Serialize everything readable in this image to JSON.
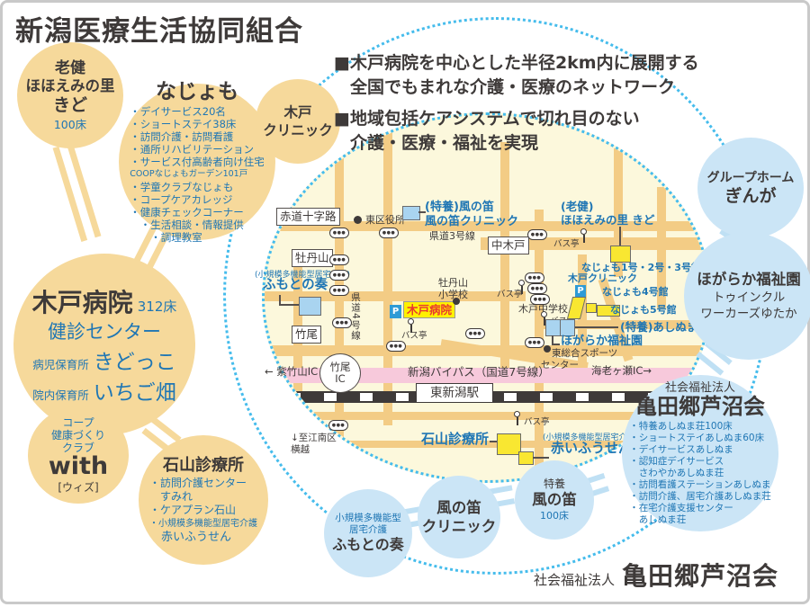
{
  "page": {
    "title": "新潟医療生活協同組合",
    "footer_org": "社会福祉法人",
    "footer_name": "亀田郷芦沼会"
  },
  "headline": {
    "marker": "■",
    "item1_line1": "木戸病院を中心とした半径2km内に展開する",
    "item1_line2": "全国でもまれな介護・医療のネットワーク",
    "item2_line1": "地域包括ケアシステムで切れ目のない",
    "item2_line2": "介護・医療・福祉を実現"
  },
  "colors": {
    "accent_blue_text": "#1F76B4",
    "tan_circle": "#F6D99B",
    "blue_circle": "#CBE5F6",
    "map_background": "#FCF8DC",
    "road": "#F3CC85",
    "bypass_pink": "#F7C9DB",
    "dotted_ring": "#45BCEC",
    "highlight_yellow": "#FFF100",
    "hospital_red": "#E8382F"
  },
  "circles": {
    "rouken": {
      "type": "老健",
      "name": "ほほえみの里",
      "name2": "きど",
      "beds": "100床"
    },
    "najomo": {
      "title": "なじょも",
      "b0": "・デイサービス20名",
      "b1": "・ショートステイ38床",
      "b2": "・訪問介護・訪問看護",
      "b3": "・通所リハビリテーション",
      "b4": "・サービス付高齢者向け住宅",
      "b5": "COOPなじょもガーデン101戸",
      "b6": "・学童クラブなじょも",
      "b7": "・コープケアカレッジ",
      "b8": "・健康チェックコーナー",
      "b9": "　・生活相談・情報提供",
      "b10": "　　・調理教室"
    },
    "kido_clinic": {
      "name": "木戸\nクリニック"
    },
    "kido_hospital": {
      "name": "木戸病院",
      "beds": "312床",
      "center": "健診センター",
      "nursery1_label": "病児保育所",
      "nursery1_name": "きどっこ",
      "nursery2_label": "院内保育所",
      "nursery2_name": "いちご畑"
    },
    "with_club": {
      "line1": "コープ",
      "line2": "健康づくり",
      "line3": "クラブ",
      "name": "with",
      "reading": "[ウィズ]"
    },
    "ishiyama": {
      "title": "石山診療所",
      "b0": "・訪問介護センター",
      "b1": "　すみれ",
      "b2": "・ケアプラン石山",
      "b3": "・小規模多機能型居宅介護",
      "b4": "　赤いふうせん"
    },
    "ginga": {
      "line1": "グループホーム",
      "name": "ぎんが"
    },
    "hogaraka": {
      "name": "ほがらか福祉園",
      "line2": "トゥインクル",
      "line3": "ワーカーズゆたか"
    },
    "kameda": {
      "org": "社会福祉法人",
      "name": "亀田郷芦沼会",
      "b0": "・特養あしぬま荘100床",
      "b1": "・ショートステイあしぬま60床",
      "b2": "・デイサービスあしぬま",
      "b3": "・認知症デイサービス",
      "b4": "　さわやかあしぬま荘",
      "b5": "・訪問看護ステーションあしぬま",
      "b6": "・訪問介護、居宅介護あしぬま荘",
      "b7": "・在宅介護支援センター",
      "b8": "　あしぬま荘"
    },
    "fumoto": {
      "line1": "小規模多機能型",
      "line2": "居宅介護",
      "name": "ふもとの奏"
    },
    "kaze_clinic": {
      "name": "風の笛\nクリニック"
    },
    "kaze_tokuyo": {
      "type": "特養",
      "name": "風の笛",
      "beds": "100床"
    }
  },
  "map": {
    "sekido": "赤道十字路",
    "ward_office": "東区役所",
    "kazenofue": "(特養)風の笛\n風の笛クリニック",
    "kendo3": "県道3号線",
    "nakakido": "中木戸",
    "bus_stop": "バス亭",
    "hohoemi": "(老健)\nほほえみの里 きど",
    "botanyama": "牡丹山",
    "fumoto_type": "(小規模多機能型居宅介護)",
    "fumoto_name": "ふもとの奏",
    "kendo4": "県道4号線",
    "takeo": "竹尾",
    "parking": "P",
    "kido_hospital": "木戸病院",
    "botan_school": "牡丹山\n小学校",
    "kido_junior": "木戸中学校",
    "najomo123": "なじょも1号・2号・3号館",
    "kido_clinic": "木戸クリニック",
    "najomo4": "なじょも4号館",
    "najomo5": "なじょも5号館",
    "ashinuma": "(特養)あしぬま荘",
    "hogaraka": "ほがらか福祉園",
    "sports1": "東総合スポーツ",
    "sports2": "センター",
    "shichikuyama_ic": "← 紫竹山IC",
    "takeo_ic": "竹尾\nIC",
    "bypass": "新潟バイパス（国道7号線）",
    "ebigase_ic": "海老ヶ瀬IC→",
    "station": "東新潟駅",
    "konan": "↓至江南区\n横越",
    "ishiyama": "石山診療所",
    "akai_type": "(小規模多機能型居宅介護)",
    "akai_name": "赤いふうせん"
  }
}
